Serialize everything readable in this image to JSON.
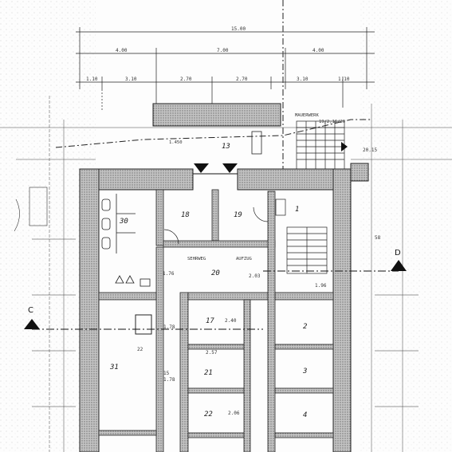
{
  "drawing": {
    "top_dimensions": {
      "overall": "15.00",
      "level2": [
        "4.00",
        "7.00",
        "4.00"
      ],
      "level3": [
        "1.10",
        "3.10",
        "2.70",
        "2.70",
        "3.10",
        "1.10"
      ]
    },
    "notes": {
      "mauerwerk": "MAUERWERK",
      "sehrweg": "SEHRWEG",
      "aufzug": "AUFZUG",
      "stair_dim": "19/2,16/29",
      "width_150": "1.450"
    },
    "rooms": {
      "r13": "13",
      "r30": "30",
      "r18": "18",
      "r19": "19",
      "r1": "1",
      "r20": "20",
      "r17": "17",
      "r2": "2",
      "r3": "3",
      "r4": "4",
      "r31": "31",
      "r22": "22",
      "r21": "21"
    },
    "dims": {
      "d203": "2.03",
      "d176": "1.76",
      "d196": "1.96",
      "d257": "2.57",
      "d240": "2.40",
      "d206": "2.06",
      "d178a": "1.78",
      "d178b": "1.78",
      "d2015": "20.15",
      "d58": "58",
      "d22": "22",
      "d15": "15"
    },
    "section_markers": {
      "c": "C",
      "d": "D"
    }
  },
  "colors": {
    "line": "#1a1a1a",
    "hatch": "#8a8a8a",
    "wall_fill": "#b9b9b9",
    "paper": "#ffffff",
    "noise": "#9a9a9a"
  }
}
